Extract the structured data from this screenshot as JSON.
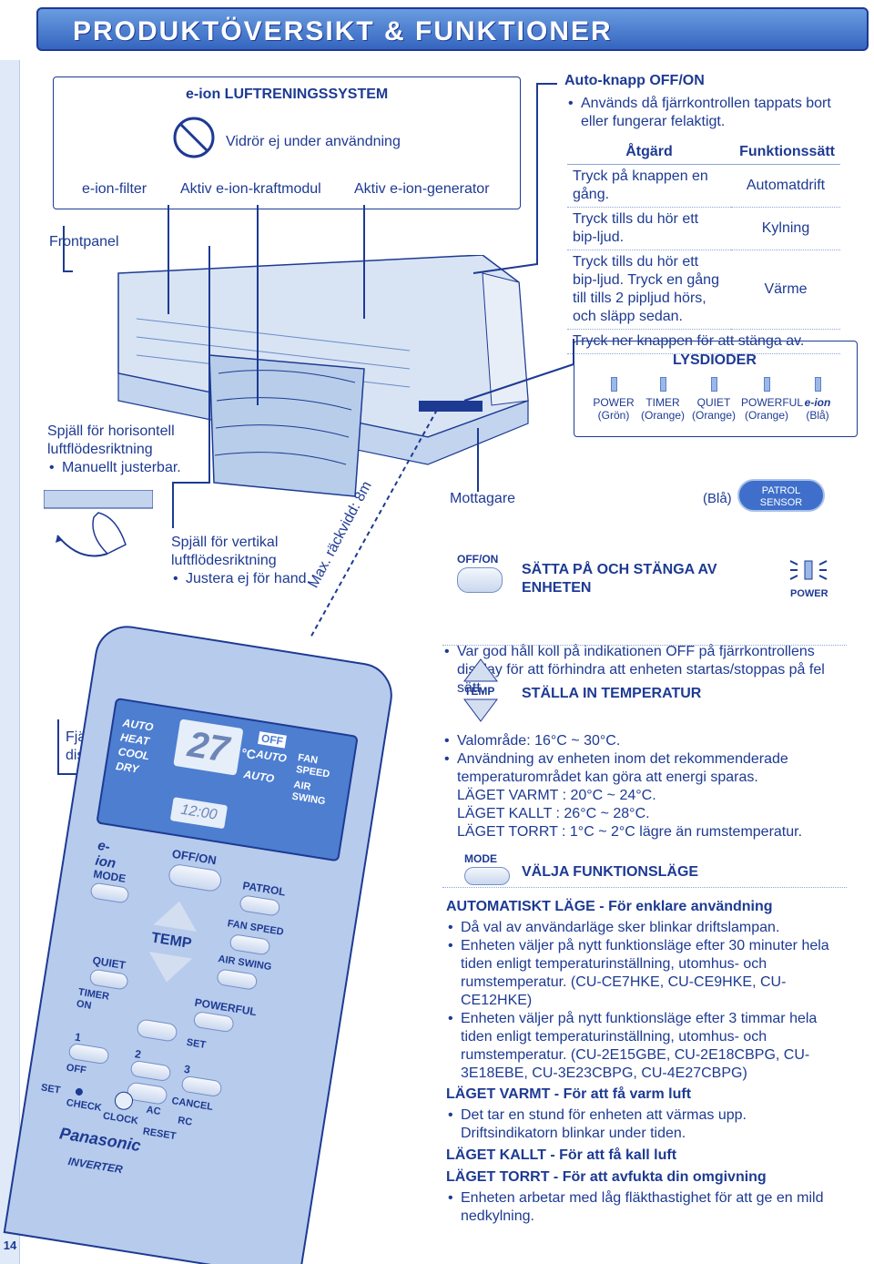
{
  "header": {
    "title": "PRODUKTÖVERSIKT & FUNKTIONER"
  },
  "page_number": "14",
  "eion": {
    "title": "e-ion LUFTRENINGSSYSTEM",
    "warning": "Vidrör ej under användning",
    "filter": "e-ion-filter",
    "power_module": "Aktiv e-ion-kraftmodul",
    "generator": "Aktiv e-ion-generator"
  },
  "frontpanel": "Frontpanel",
  "auto_button": {
    "title": "Auto-knapp OFF/ON",
    "bullet": "Används då fjärrkontrollen tappats bort eller fungerar felaktigt.",
    "col1": "Åtgärd",
    "col2": "Funktionssätt",
    "rows": [
      {
        "action": "Tryck på knappen en gång.",
        "mode": "Automatdrift"
      },
      {
        "action": "Tryck tills du hör ett bip-ljud.",
        "mode": "Kylning"
      },
      {
        "action": "Tryck tills du hör ett bip-ljud. Tryck en gång till tills 2 pipljud hörs, och släpp sedan.",
        "mode": "Värme"
      },
      {
        "action": "Tryck ner knappen för att stänga av.",
        "mode": ""
      }
    ]
  },
  "leds": {
    "title": "LYSDIODER",
    "items": [
      {
        "name": "POWER",
        "color": "(Grön)"
      },
      {
        "name": "TIMER",
        "color": "(Orange)"
      },
      {
        "name": "QUIET",
        "color": "(Orange)"
      },
      {
        "name": "POWERFUL",
        "color": "(Orange)"
      },
      {
        "name": "e-ion",
        "color": "(Blå)"
      }
    ],
    "patrol_color": "(Blå)",
    "patrol_line1": "PATROL",
    "patrol_line2": "SENSOR"
  },
  "horizontal": {
    "line1": "Spjäll för horisontell",
    "line2": "luftflödesriktning",
    "bullet": "Manuellt justerbar."
  },
  "vertical": {
    "line1": "Spjäll för vertikal",
    "line2": "luftflödesriktning",
    "bullet": "Justera ej för hand."
  },
  "receiver": "Mottagare",
  "range": "Max. räckvidd: 8m",
  "onoff": {
    "button": "OFF/ON",
    "title1": "SÄTTA PÅ OCH STÄNGA AV",
    "title2": "ENHETEN",
    "power": "POWER",
    "bullet": "Var god håll koll på indikationen OFF på fjärrkontrollens display för att förhindra att enheten startas/stoppas på fel sätt."
  },
  "temp": {
    "button": "TEMP",
    "title": "STÄLLA IN TEMPERATUR",
    "b1": "Valområde: 16°C ~ 30°C.",
    "b2": "Användning av enheten inom det rekommenderade temperaturområdet kan göra att energi sparas.",
    "l1": "LÄGET VARMT : 20°C ~ 24°C.",
    "l2": "LÄGET KALLT : 26°C ~ 28°C.",
    "l3": "LÄGET TORRT : 1°C ~ 2°C lägre än rumstemperatur."
  },
  "mode": {
    "button": "MODE",
    "title": "VÄLJA FUNKTIONSLÄGE",
    "auto_title": "AUTOMATISKT LÄGE - För enklare användning",
    "auto_b1": "Då val av användarläge sker blinkar driftslampan.",
    "auto_b2": "Enheten väljer på nytt funktionsläge efter 30 minuter hela tiden enligt temperaturinställning, utomhus- och rumstemperatur. (CU-CE7HKE, CU-CE9HKE, CU-CE12HKE)",
    "auto_b3": "Enheten väljer på nytt funktionsläge efter 3 timmar hela tiden enligt temperaturinställning, utomhus- och rumstemperatur. (CU-2E15GBE, CU-2E18CBPG, CU-3E18EBE, CU-3E23CBPG, CU-4E27CBPG)",
    "heat_title": "LÄGET VARMT - För att få varm luft",
    "heat_b1": "Det tar en stund för enheten att värmas upp. Driftsindikatorn blinkar under tiden.",
    "cool_title": "LÄGET KALLT - För att få kall luft",
    "dry_title": "LÄGET TORRT - För att avfukta din omgivning",
    "dry_b1": "Enheten arbetar med låg fläkthastighet för att ge en mild nedkylning."
  },
  "remote": {
    "display_label1": "Fjärrkontrollens",
    "display_label2": "display",
    "modes": [
      "AUTO",
      "HEAT",
      "COOL",
      "DRY"
    ],
    "temp_value": "27",
    "unit": "°C",
    "off": "OFF",
    "auto1": "AUTO",
    "auto2": "AUTO",
    "fan_speed": "FAN SPEED",
    "air_swing": "AIR SWING",
    "clock": "12:00",
    "eion": "e-ion",
    "offon": "OFF/ON",
    "mode": "MODE",
    "patrol": "PATROL",
    "fan_btn": "FAN SPEED",
    "temp": "TEMP",
    "air_btn": "AIR SWING",
    "quiet": "QUIET",
    "powerful": "POWERFUL",
    "timer_on": "TIMER ON",
    "set": "SET",
    "n1": "1",
    "n2": "2",
    "n3": "3",
    "off_btn": "OFF",
    "cancel": "CANCEL",
    "set2": "SET",
    "check": "CHECK",
    "clock_btn": "CLOCK",
    "ac": "AC",
    "rc": "RC",
    "reset": "RESET",
    "brand": "Panasonic",
    "inverter": "INVERTER"
  }
}
